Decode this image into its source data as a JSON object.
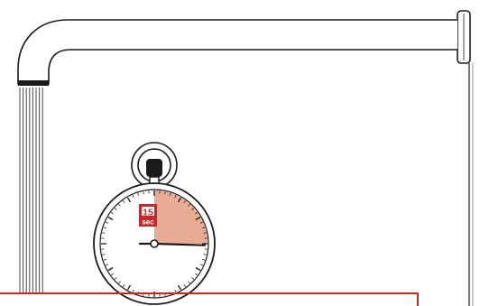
{
  "timer": {
    "value": "15",
    "unit": "sec",
    "elapsed_fraction": 0.25
  },
  "colors": {
    "line": "#1a1a1a",
    "accent_red": "#c62828",
    "sector_fill": "#e8ab94",
    "background": "#ffffff"
  }
}
